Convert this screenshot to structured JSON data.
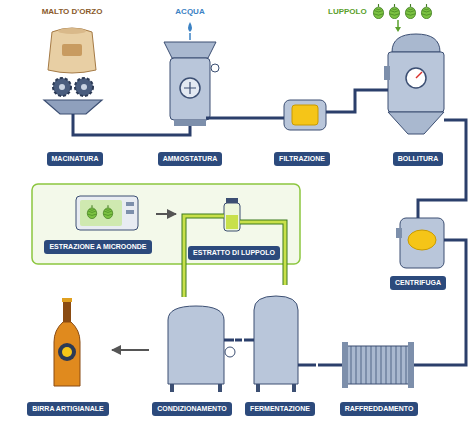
{
  "diagram": {
    "nodes": [
      {
        "text": [
          "MACINATURA"
        ]
      },
      {
        "text": [
          "AMMOSTATURA"
        ]
      },
      {
        "text": [
          "FILTRAZIONE"
        ]
      },
      {
        "text": [
          "BOLLITURA"
        ]
      },
      {
        "text": [
          "ESTRAZIONE A MICROONDE"
        ]
      },
      {
        "text": [
          "ESTRATTO DI LUPPOLO"
        ]
      },
      {
        "text": [
          "CENTRIFUGA"
        ]
      },
      {
        "text": [
          "BIRRA ARTIGIANALE"
        ]
      },
      {
        "text": [
          "CONDIZIONAMENTO"
        ]
      },
      {
        "text": [
          "FERMENTAZIONE"
        ]
      },
      {
        "text": [
          "RAFFREDDAMENTO"
        ]
      }
    ],
    "edges": [
      {
        "from": 0,
        "to": 1,
        "arrow": "none"
      },
      {
        "from": 1,
        "to": 2,
        "arrow": "none"
      },
      {
        "from": 2,
        "to": 3,
        "arrow": "none"
      },
      {
        "from": 3,
        "to": 6,
        "arrow": "none"
      },
      {
        "from": 6,
        "to": 10,
        "arrow": "none"
      },
      {
        "from": 10,
        "to": 9,
        "arrow": "none"
      },
      {
        "from": 9,
        "to": 8,
        "arrow": "none"
      },
      {
        "from": 8,
        "to": 7,
        "arrow": "to"
      },
      {
        "from": 4,
        "to": 5,
        "arrow": "to"
      },
      {
        "from": 5,
        "to": 8,
        "arrow": "none"
      },
      {
        "from": 5,
        "to": 9,
        "arrow": "none"
      }
    ],
    "labels": [
      "MALTO D'ORZO",
      "ACQUA",
      "LUPPOLO"
    ]
  }
}
